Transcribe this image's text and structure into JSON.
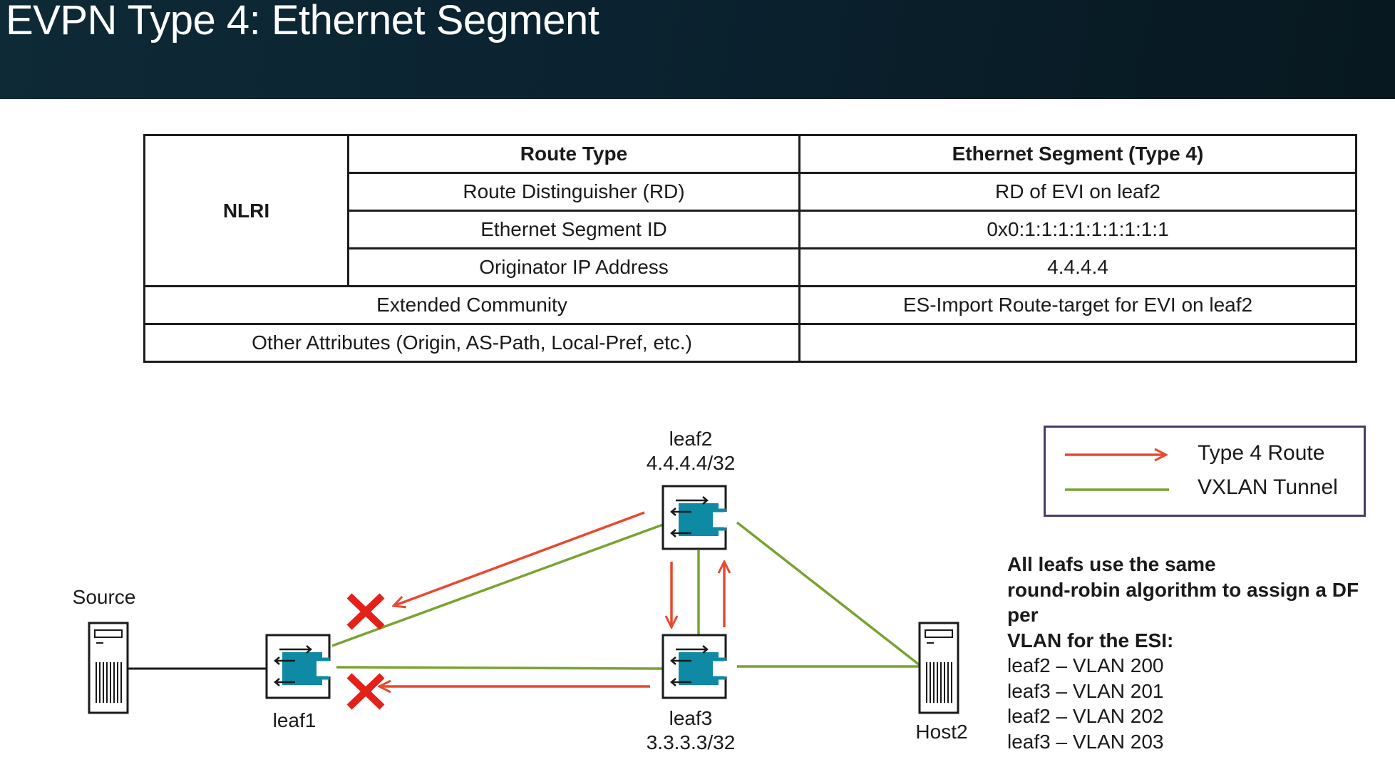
{
  "title": "EVPN Type 4: Ethernet Segment",
  "table": {
    "nlri_label": "NLRI",
    "header_left": "Route Type",
    "header_right": "Ethernet Segment (Type 4)",
    "rows": [
      {
        "label": "Route Distinguisher (RD)",
        "value": "RD of EVI on leaf2"
      },
      {
        "label": "Ethernet Segment ID",
        "value": "0x0:1:1:1:1:1:1:1:1:1"
      },
      {
        "label": "Originator IP Address",
        "value": "4.4.4.4"
      }
    ],
    "ext_community_label": "Extended Community",
    "ext_community_value": "ES-Import Route-target for EVI on leaf2",
    "other_label": "Other Attributes (Origin, AS-Path, Local-Pref, etc.)",
    "other_value": ""
  },
  "diagram": {
    "source_label": "Source",
    "leaf1_label": "leaf1",
    "leaf2_label": "leaf2",
    "leaf2_ip": "4.4.4.4/32",
    "leaf3_label": "leaf3",
    "leaf3_ip": "3.3.3.3/32",
    "host2_label": "Host2"
  },
  "legend": {
    "type4_label": "Type 4 Route",
    "vxlan_label": "VXLAN Tunnel"
  },
  "note": {
    "heading_lines": [
      "All leafs use the same",
      "round-robin algorithm to assign a DF per",
      "VLAN for the ESI:"
    ],
    "assignments": [
      "leaf2 – VLAN 200",
      "leaf3 – VLAN 201",
      "leaf2 – VLAN 202",
      "leaf3 – VLAN 203"
    ]
  },
  "colors": {
    "type4_route": "#e8492f",
    "vxlan_tunnel": "#7aa232",
    "switch_accent": "#0e8aa5",
    "blocked_x": "#e32119",
    "legend_border": "#4a3a6a"
  }
}
